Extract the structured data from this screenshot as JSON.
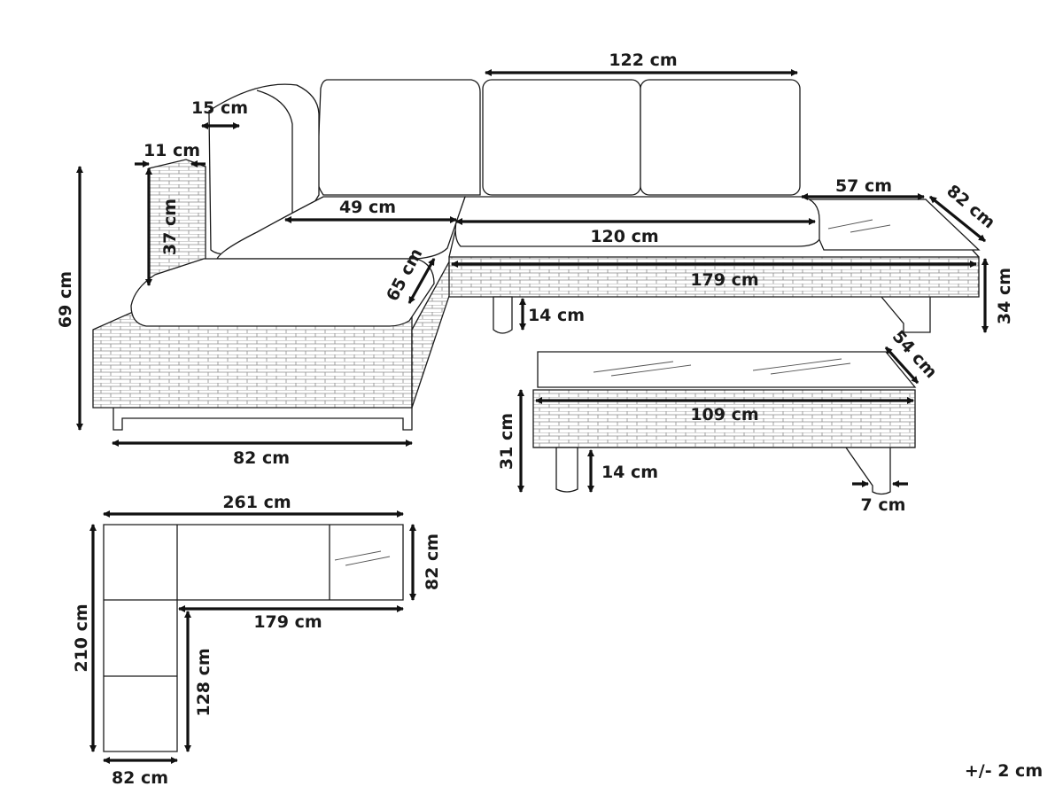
{
  "dimensions": {
    "back_cushion_width": "122 cm",
    "back_cushion_depth": "15 cm",
    "armrest_width": "11 cm",
    "armrest_height": "37 cm",
    "total_height": "69 cm",
    "seat_width_corner": "49 cm",
    "seat_width_main": "120 cm",
    "side_table_width": "57 cm",
    "side_table_depth": "82 cm",
    "seat_depth": "65 cm",
    "main_unit_length": "179 cm",
    "main_unit_height": "34 cm",
    "leg_height": "14 cm",
    "corner_unit_depth": "82 cm",
    "table_depth": "54 cm",
    "table_length": "109 cm",
    "table_height": "31 cm",
    "table_leg_height": "14 cm",
    "table_leg_width": "7 cm",
    "plan_total_length": "261 cm",
    "plan_table_depth": "82 cm",
    "plan_inner_length": "179 cm",
    "plan_total_width": "210 cm",
    "plan_inner_width": "128 cm",
    "plan_depth": "82 cm"
  },
  "tolerance": "+/- 2 cm"
}
